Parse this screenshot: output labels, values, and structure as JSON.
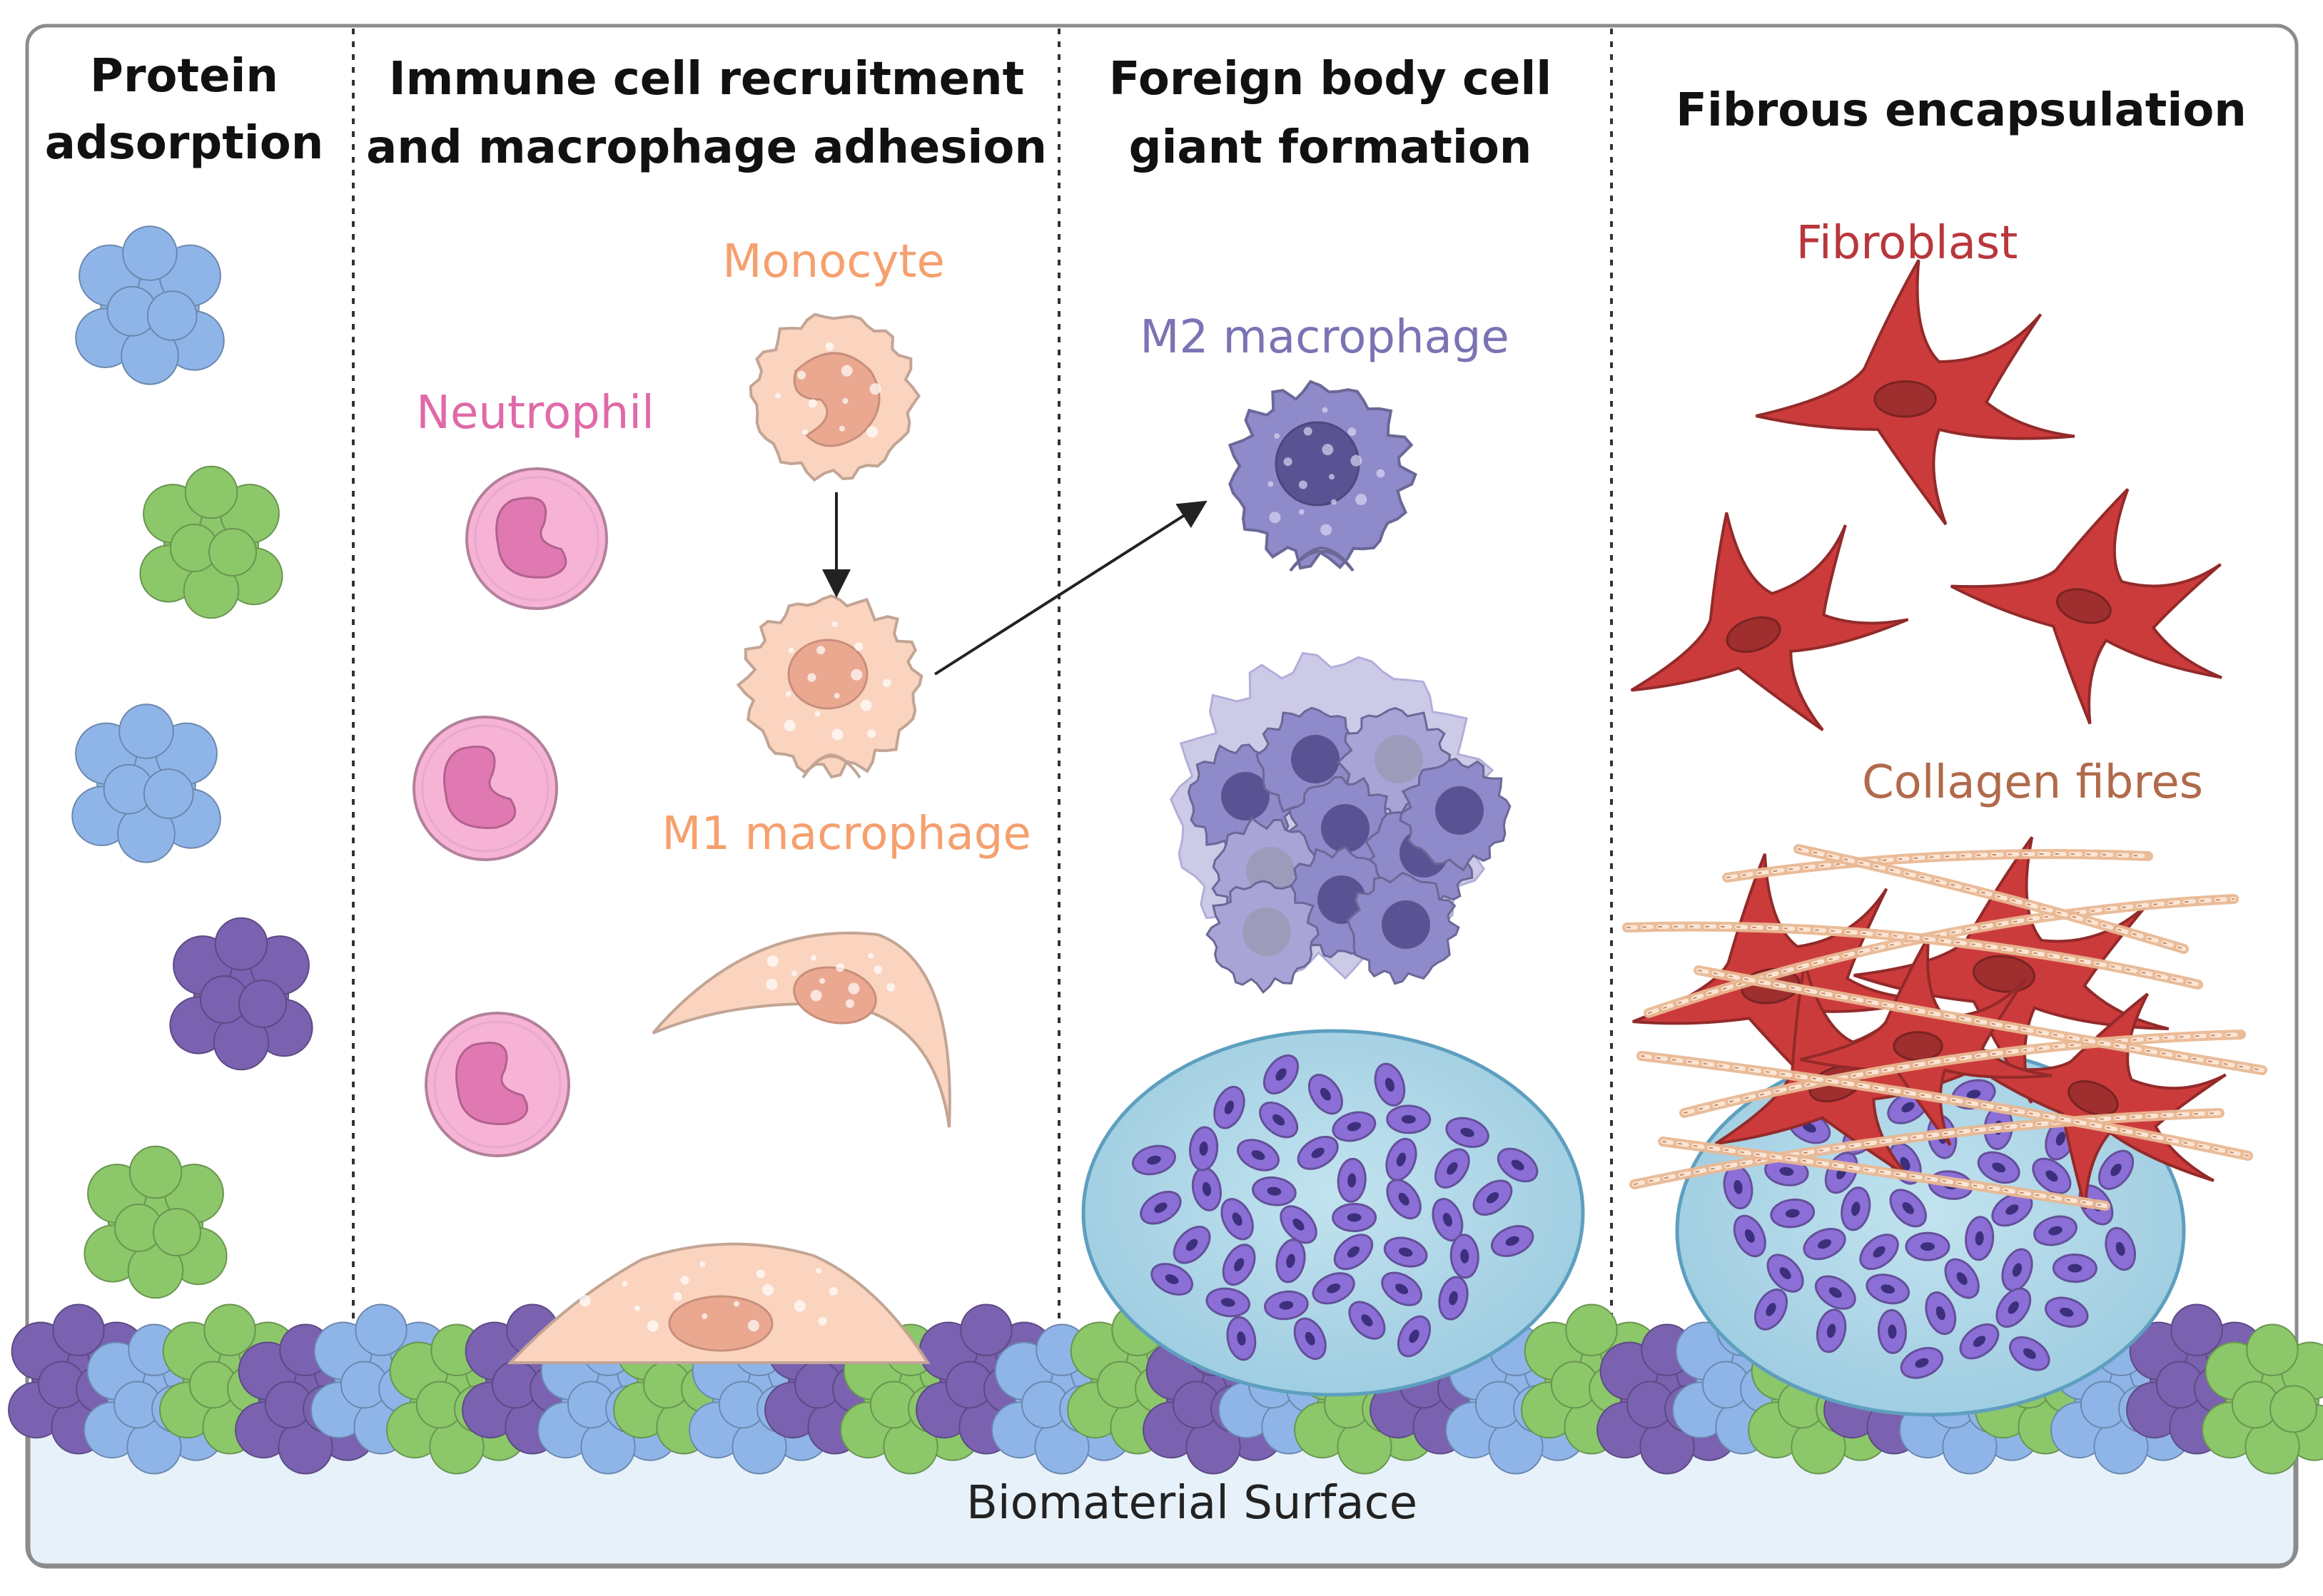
{
  "panels": {
    "protein_adsorption": {
      "title_lines": [
        "Protein",
        "adsorption"
      ]
    },
    "immune_recruitment": {
      "title_lines": [
        "Immune cell recruitment",
        "and macrophage adhesion"
      ]
    },
    "foreign_body": {
      "title_lines": [
        "Foreign body cell",
        "giant formation"
      ]
    },
    "fibrous_encapsulation": {
      "title_lines": [
        "Fibrous encapsulation"
      ]
    }
  },
  "labels": {
    "monocyte": "Monocyte",
    "neutrophil": "Neutrophil",
    "m1_macrophage": "M1 macrophage",
    "m2_macrophage": "M2 macrophage",
    "fibroblast": "Fibroblast",
    "collagen_fibres": "Collagen fibres",
    "surface": "Biomaterial Surface"
  },
  "colors": {
    "monocyte_label": "#f5a06e",
    "neutrophil_label": "#e06aa8",
    "m2_label": "#7a74b4",
    "fibroblast_label": "#b8373c",
    "collagen_label": "#b06a4a",
    "surface_fill": "#e6f1fa",
    "protein_blue": "#8fb5e8",
    "protein_green": "#8cc76a",
    "protein_purple": "#7a62b0",
    "neutrophil_cell": "#f7b3d6",
    "neutrophil_nucleus": "#e079b2",
    "macrophage_cell": "#fad4bf",
    "macrophage_nucleus": "#eba891",
    "m2_cell": "#8f8ac9",
    "m2_nucleus": "#5a5393",
    "fibroblast_cell": "#cc3b3b",
    "giant_cell_fill": "#a8d6e6",
    "giant_cell_nuclei": "#8b6fd6"
  }
}
